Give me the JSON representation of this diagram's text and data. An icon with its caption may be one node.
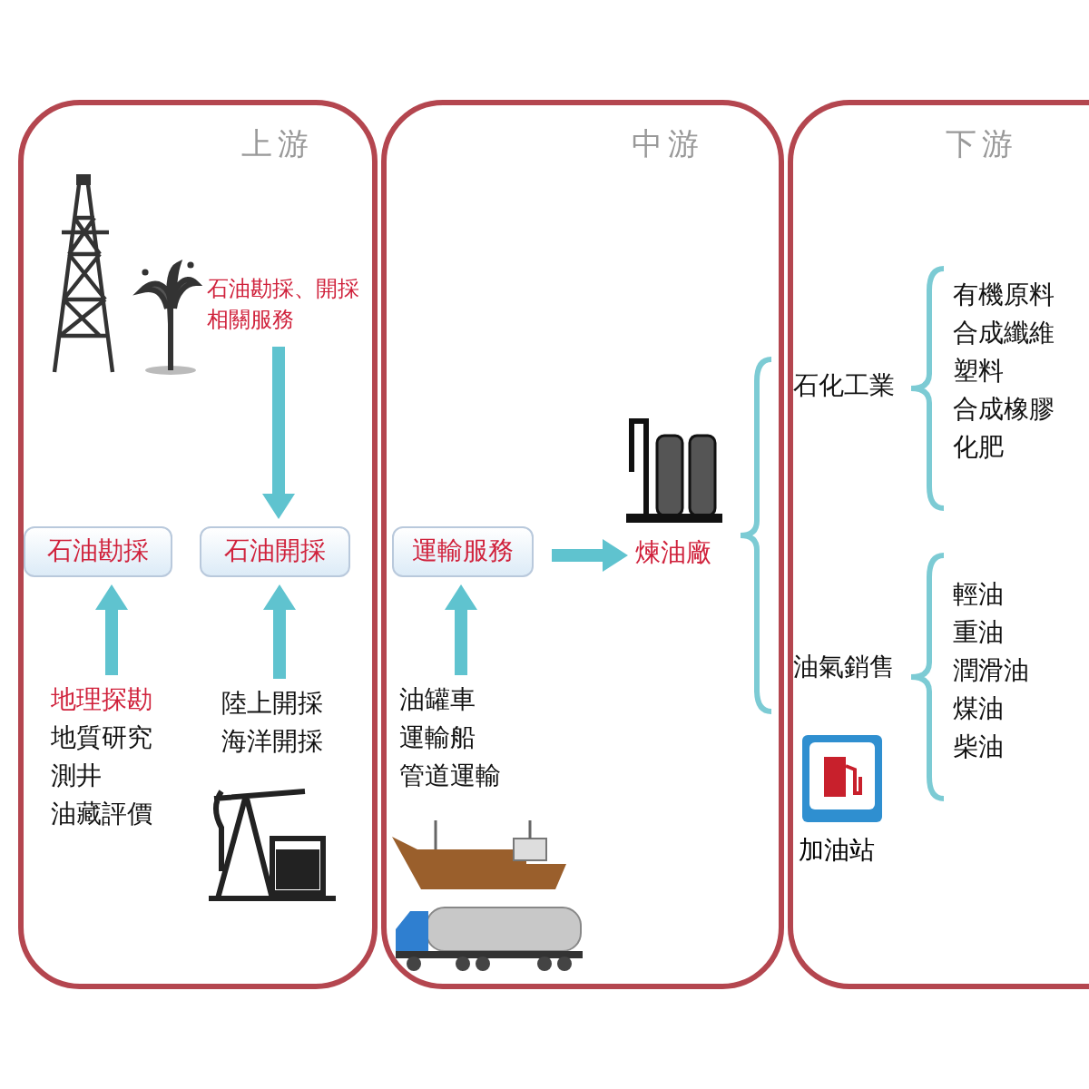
{
  "diagram": {
    "nodes": [
      {
        "text": [
          "上游"
        ]
      },
      {
        "text": [
          "中游"
        ]
      },
      {
        "text": [
          "下游"
        ]
      },
      {
        "text": [
          "石油勘採、開採相關服務"
        ],
        "in": 0
      },
      {
        "text": [
          "石油勘採"
        ],
        "in": 0
      },
      {
        "text": [
          "石油開採"
        ],
        "in": 0
      },
      {
        "text": [
          "地理探勘",
          "地質研究",
          "測井",
          "油藏評價"
        ],
        "in": 0
      },
      {
        "text": [
          "陸上開採",
          "海洋開採"
        ],
        "in": 0
      },
      {
        "text": [
          "運輸服務"
        ],
        "in": 1
      },
      {
        "text": [
          "油罐車",
          "運輸船",
          "管道運輸"
        ],
        "in": 1
      },
      {
        "text": [
          "煉油廠"
        ],
        "in": 1
      },
      {
        "text": [
          "石化工業"
        ],
        "in": 2
      },
      {
        "text": [
          "油氣銷售"
        ],
        "in": 2
      },
      {
        "text": [
          "有機原料",
          "合成纖維",
          "塑料",
          "合成橡膠",
          "化肥"
        ],
        "in": 2
      },
      {
        "text": [
          "輕油",
          "重油",
          "潤滑油",
          "煤油",
          "柴油"
        ],
        "in": 2
      },
      {
        "text": [
          "加油站"
        ],
        "in": 2
      }
    ],
    "edges": [
      {
        "from": 3,
        "to": 5,
        "arrow": "to"
      },
      {
        "from": 6,
        "to": 4,
        "arrow": "to"
      },
      {
        "from": 7,
        "to": 5,
        "arrow": "to"
      },
      {
        "from": 9,
        "to": 8,
        "arrow": "to"
      },
      {
        "from": 8,
        "to": 10,
        "arrow": "to"
      }
    ]
  }
}
